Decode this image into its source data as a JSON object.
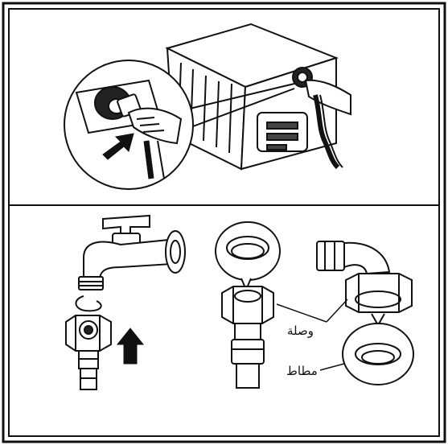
{
  "labels": {
    "coupling": "وصلة",
    "rubber_washer": "مطاط"
  },
  "colors": {
    "line": "#111111",
    "fill_light": "#ffffff",
    "fill_shade": "#8a8a8a",
    "arrow": "#111111"
  },
  "icons": {
    "arrow_in_inset": "up-right-arrow",
    "arrow_tap": "up-arrow"
  }
}
